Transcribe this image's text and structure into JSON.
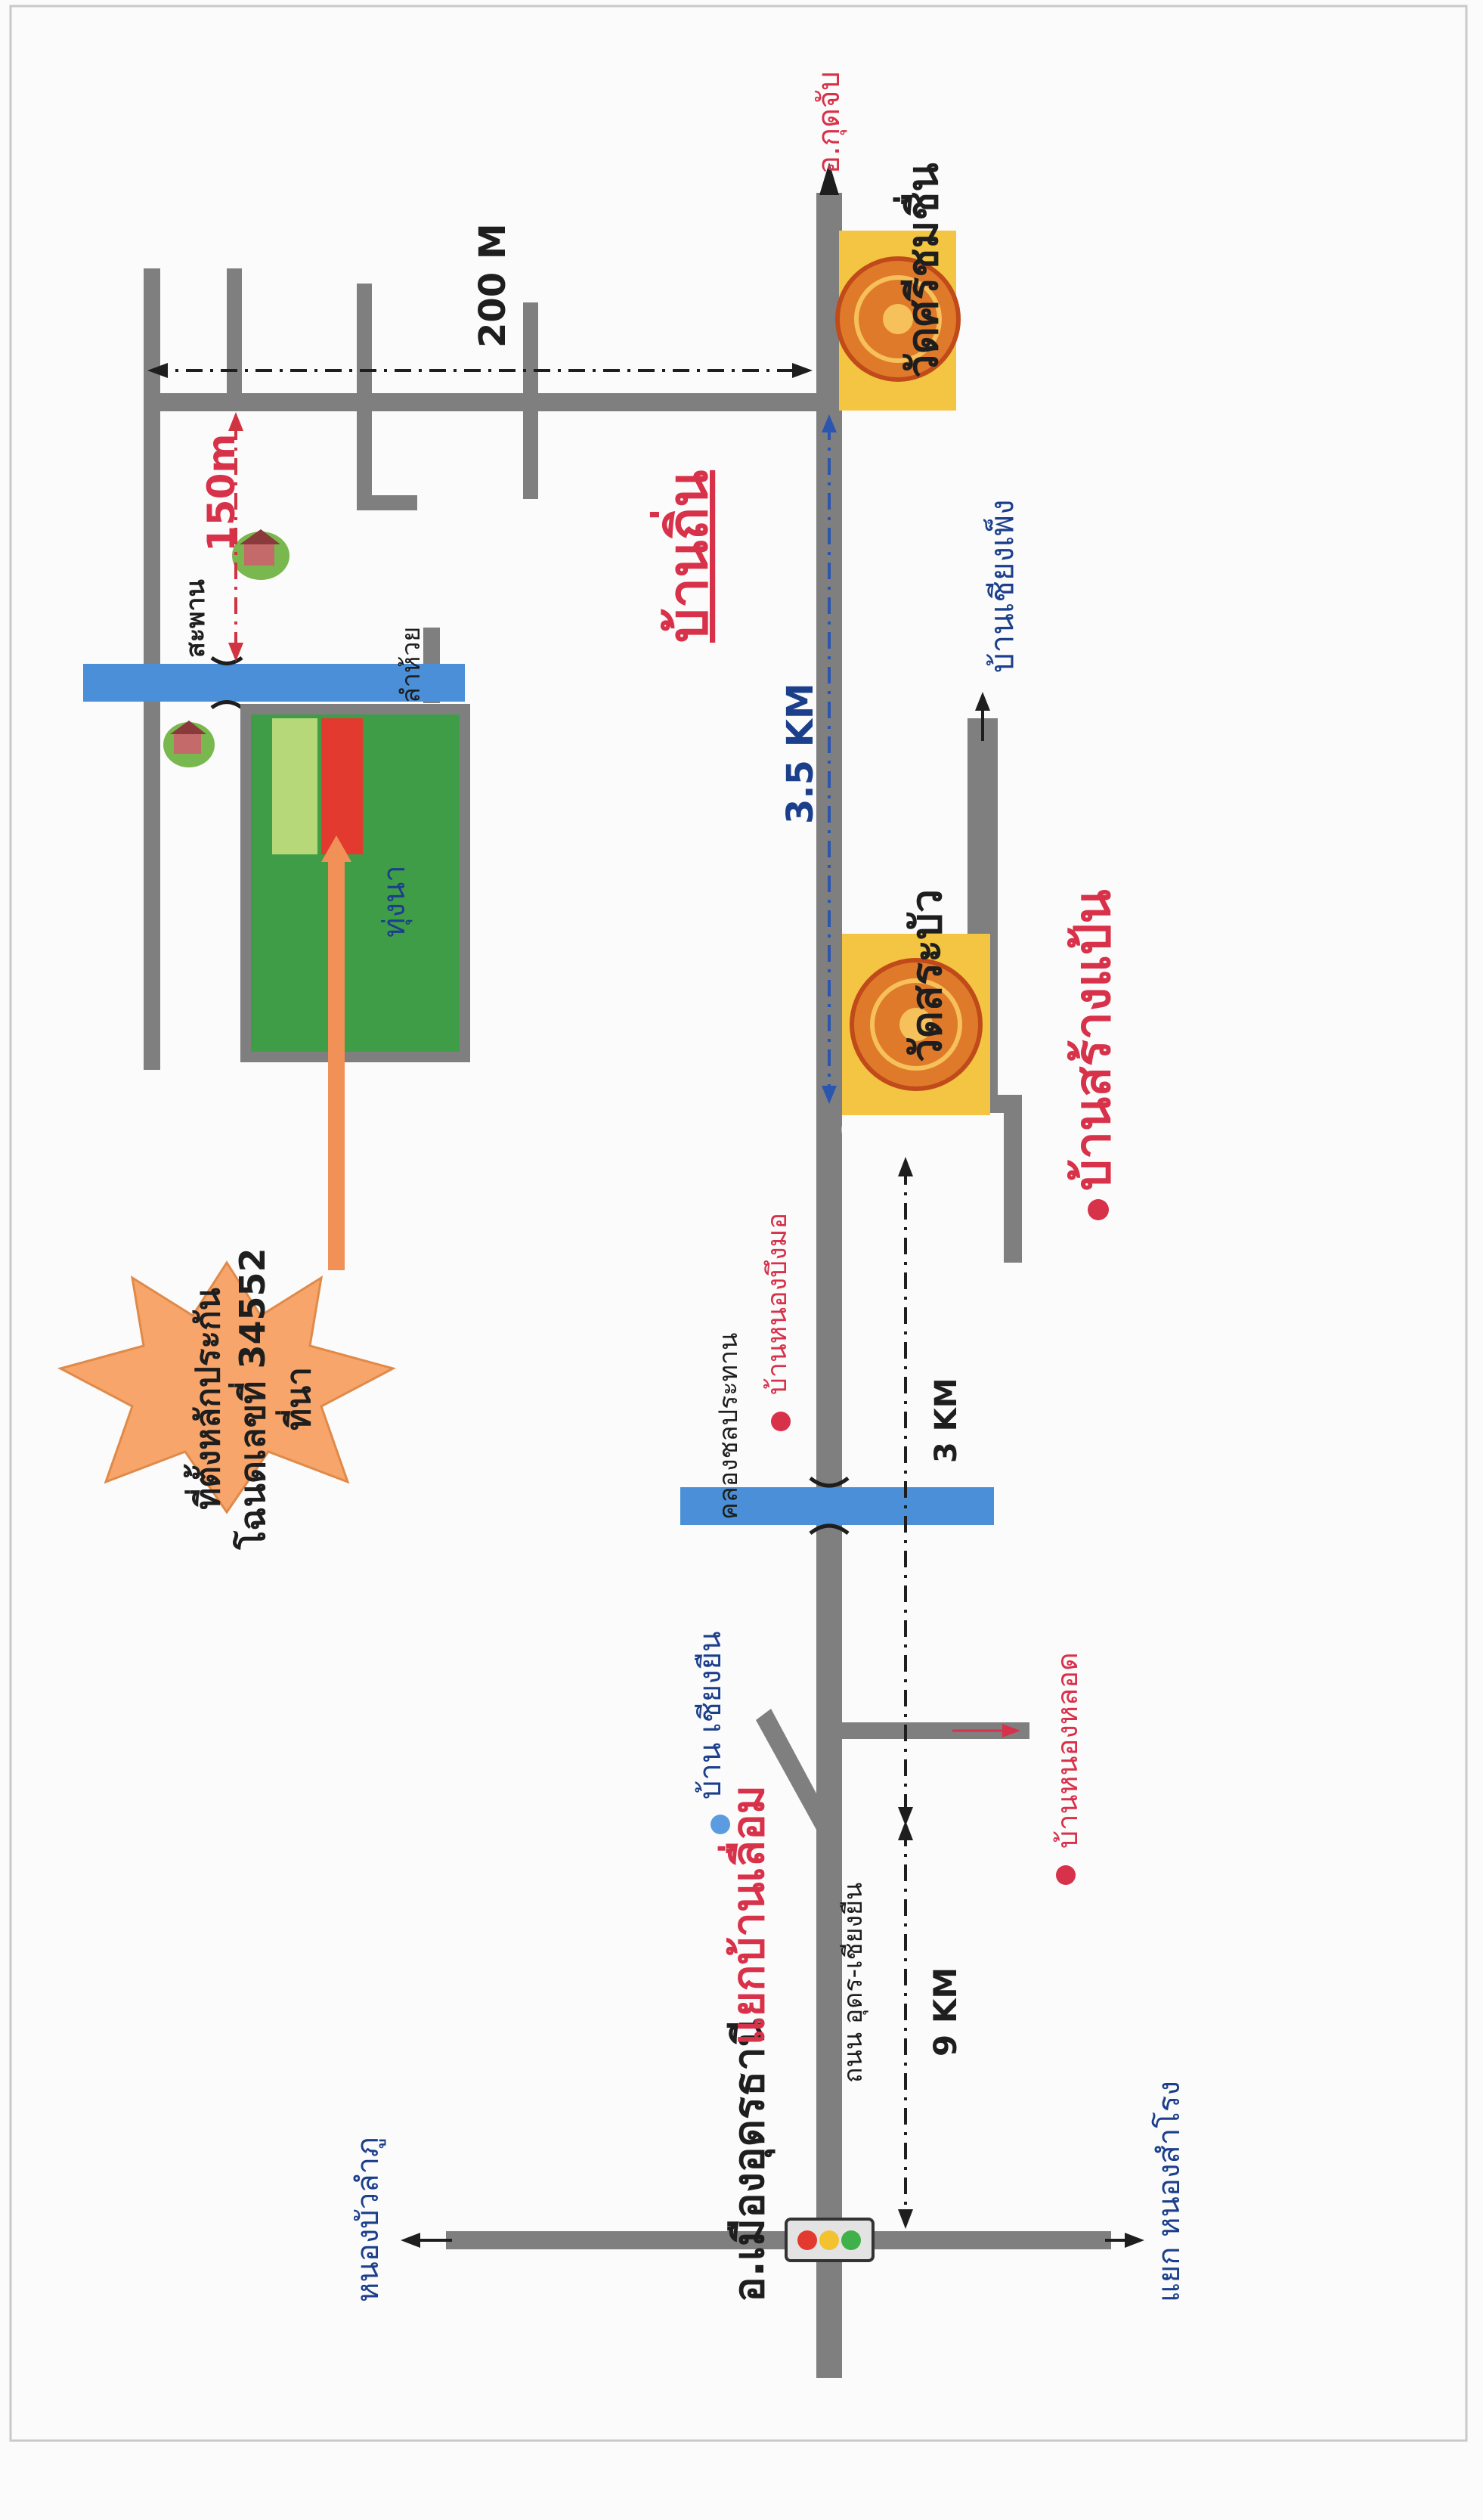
{
  "colors": {
    "road": "#7f7f80",
    "red_label": "#d8314a",
    "blue_label": "#1c3f8c",
    "dark": "#1e1e1e",
    "river": "#4a8fd8",
    "field_green": "#3f9d48",
    "field_light": "#b7d879",
    "field_red": "#e23a2e",
    "star_fill": "#f7a56a",
    "temple_yellow": "#f4c542",
    "temple_wheel": "#e07a2b",
    "arrow_orange": "#f29157",
    "dim_arrow_red": "#d23340",
    "dim_arrow_blue": "#2a56b0"
  },
  "icons": [
    "traffic-light-icon",
    "dharma-wheel-icon",
    "house-icon",
    "bridge-icon",
    "place-dot-icon"
  ],
  "labels": {
    "city": "อ.เมืองอุดรธานี",
    "junction": "แยกบ้านเลื่อม",
    "road_name": "ถนน อุดร-เชียงยืน",
    "nong_bua_lamphu": "หนองบัวลำภู",
    "nong_samrong": "แยก หนองสำโรง",
    "ban_chiang_yuen": "บ้าน เชียงยืน",
    "ban_nong_lot": "บ้านหนองหลอด",
    "khlong": "คลองชลประทาน",
    "ban_nong_bueng_mo": "บ้านหนองบึงมอ",
    "dist_9km": "9 KM",
    "dist_3km": "3 KM",
    "dist_35km": "3.5 KM",
    "dist_150m": "150m",
    "dist_200m": "200 M",
    "wat_sa_bua": "วัดสระบัว",
    "ban_sang_paen": "บ้านสร้างแป้น",
    "ban_chiang_phueng": "บ้านเชียงเพ็ง",
    "ban_thin": "บ้านถิ่น",
    "wat_si_chom_chuen": "วัดศรีชมชื่น",
    "kut_chap": "อ.กุดจับ",
    "bridge": "สะพาน",
    "stream": "ลำห้วย",
    "rice_field": "ทุ่งนา",
    "star_line1": "ที่ตั้งหลักประกัน",
    "star_line2": "โฉนดเลขที่ 34552",
    "star_line3": "ที่นา"
  }
}
